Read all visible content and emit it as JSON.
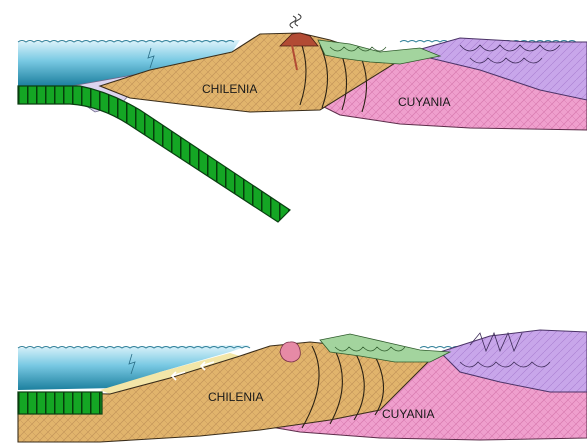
{
  "panels": [
    {
      "id": "top",
      "labels": {
        "chilenia": "CHILENIA",
        "cuyania": "CUYANIA"
      }
    },
    {
      "id": "bottom",
      "labels": {
        "chilenia": "CHILENIA",
        "cuyania": "CUYANIA"
      }
    }
  ],
  "colors": {
    "ocean_top": "#bfe7f7",
    "ocean_bottom": "#1e8aa6",
    "chilenia": "#e0b36a",
    "cuyania": "#ee9ccc",
    "purple_belt": "#c7a3e8",
    "green_sediment": "#9fd09a",
    "slab": "#11a51f",
    "volcano": "#c45a3a",
    "pluton": "#e58aa5"
  }
}
